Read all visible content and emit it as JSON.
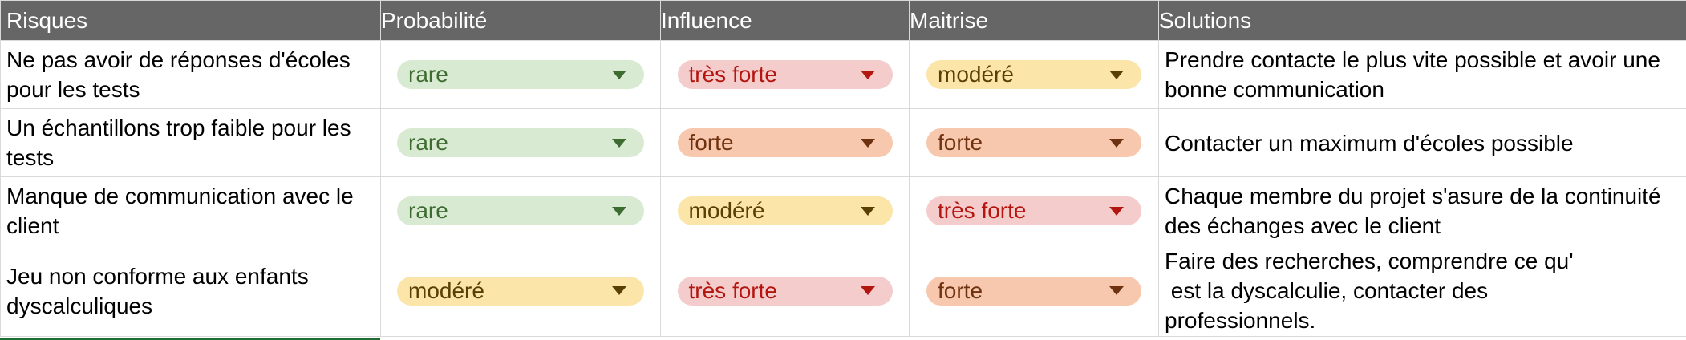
{
  "headers": [
    "Risques",
    "Probabilité",
    "Influence",
    "Maitrise",
    "Solutions"
  ],
  "rows": [
    {
      "risk": "Ne pas avoir de réponses d'écoles pour les tests",
      "probability": {
        "label": "rare",
        "level": "green"
      },
      "influence": {
        "label": "très forte",
        "level": "red"
      },
      "control": {
        "label": "modéré",
        "level": "yellow"
      },
      "solution": "Prendre contacte le plus vite possible et avoir une bonne communication"
    },
    {
      "risk": "Un échantillons trop faible pour les tests",
      "probability": {
        "label": "rare",
        "level": "green"
      },
      "influence": {
        "label": "forte",
        "level": "orange"
      },
      "control": {
        "label": "forte",
        "level": "orange"
      },
      "solution": "Contacter un maximum d'écoles possible"
    },
    {
      "risk": "Manque de communication avec le client",
      "probability": {
        "label": "rare",
        "level": "green"
      },
      "influence": {
        "label": "modéré",
        "level": "yellow"
      },
      "control": {
        "label": "très forte",
        "level": "red"
      },
      "solution": "Chaque membre du projet s'asure de la continuité des échanges avec le client"
    },
    {
      "risk": "Jeu non conforme aux enfants dyscalculiques",
      "probability": {
        "label": "modéré",
        "level": "yellow"
      },
      "influence": {
        "label": "très forte",
        "level": "red"
      },
      "control": {
        "label": "forte",
        "level": "orange"
      },
      "solution_lines": [
        "Faire des recherches, comprendre ce qu'",
        " est la dyscalculie, contacter des",
        "professionnels."
      ]
    }
  ],
  "colors": {
    "header_bg": "#666666",
    "green": "#d9ead3",
    "red": "#f4cccc",
    "orange": "#f7c8ad",
    "yellow": "#fbe5a8"
  },
  "icons": {
    "dropdown": "dropdown-caret-icon"
  }
}
